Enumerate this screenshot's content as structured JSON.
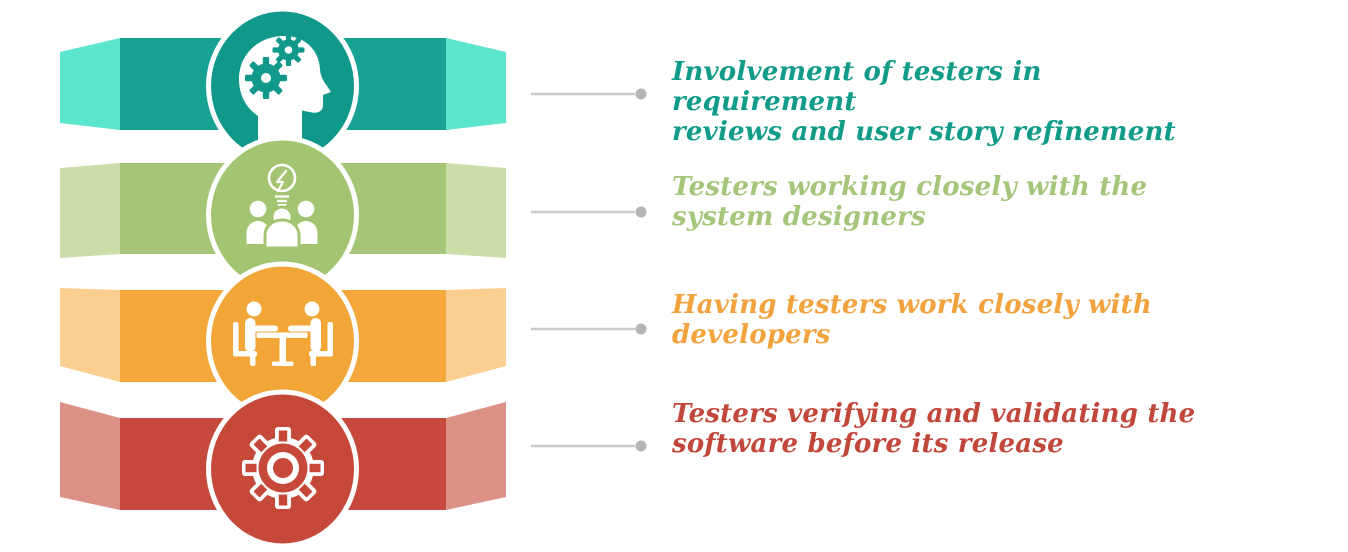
{
  "rows": [
    {
      "step": 1,
      "icon": "head-with-gears-icon",
      "label_line1": "Involvement of testers in requirement",
      "label_line2": "reviews and user story refinement",
      "colors": {
        "band": "#17A294",
        "fold": "#5CE5CD",
        "circle": "#10998A",
        "text": "#109C88"
      }
    },
    {
      "step": 2,
      "icon": "team-idea-icon",
      "label_line1": "Testers working closely with the",
      "label_line2": "system designers",
      "colors": {
        "band": "#A5C676",
        "fold": "#CBDEAA",
        "circle": "#A3C571",
        "text": "#A5C67A"
      }
    },
    {
      "step": 3,
      "icon": "meeting-table-icon",
      "label_line1": "Having testers work closely with",
      "label_line2": "developers",
      "colors": {
        "band": "#F4A83C",
        "fold": "#F9CE8E",
        "circle": "#F2A637",
        "text": "#F3A33E"
      }
    },
    {
      "step": 4,
      "icon": "gear-icon",
      "label_line1": "Testers verifying and validating the",
      "label_line2": "software before its release",
      "colors": {
        "band": "#C7493B",
        "fold": "#DD9186",
        "circle": "#C54839",
        "text": "#C2473B"
      }
    }
  ],
  "connector": {
    "line_color": "#C9C9C9",
    "dot_color": "#B5B5B5"
  },
  "background": "#FFFFFF"
}
